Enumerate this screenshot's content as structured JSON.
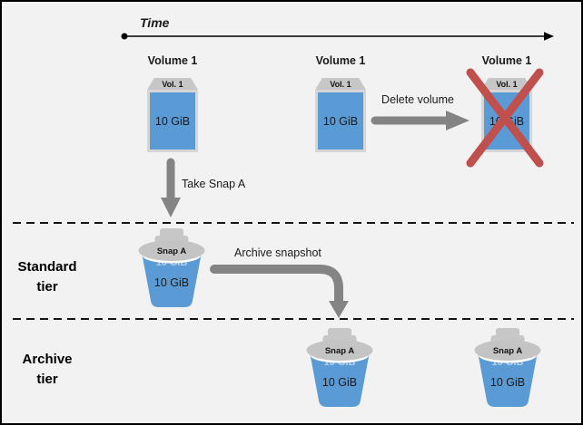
{
  "colors": {
    "background": "#F2F2F2",
    "frame_border": "#000000",
    "volume_blue": "#5B9BD5",
    "icon_gray": "#C7C7C7",
    "border_light": "#D6D6D6",
    "arrow_gray": "#848484",
    "delete_red": "#C0504D",
    "text_dark": "#1A1A1A"
  },
  "diagram": {
    "time_label": "Time",
    "arrows": {
      "take_snapshot_label": "Take Snap A",
      "delete_volume_label": "Delete volume",
      "archive_snapshot_label": "Archive snapshot"
    },
    "volumes": [
      {
        "label": "Volume 1",
        "tab": "Vol. 1",
        "size": "10 GiB",
        "deleted": false
      },
      {
        "label": "Volume 1",
        "tab": "Vol. 1",
        "size": "10 GiB",
        "deleted": false
      },
      {
        "label": "Volume 1",
        "tab": "Vol. 1",
        "size": "10 GiB",
        "deleted": true
      }
    ],
    "snapshots": [
      {
        "tier": "standard",
        "label": "Snap A",
        "size": "10 GiB"
      },
      {
        "tier": "archive",
        "label": "Snap A",
        "size": "10 GiB"
      },
      {
        "tier": "archive",
        "label": "Snap A",
        "size": "10 GiB"
      }
    ],
    "tiers": [
      {
        "name_line1": "Standard",
        "name_line2": "tier"
      },
      {
        "name_line1": "Archive",
        "name_line2": "tier"
      }
    ]
  }
}
